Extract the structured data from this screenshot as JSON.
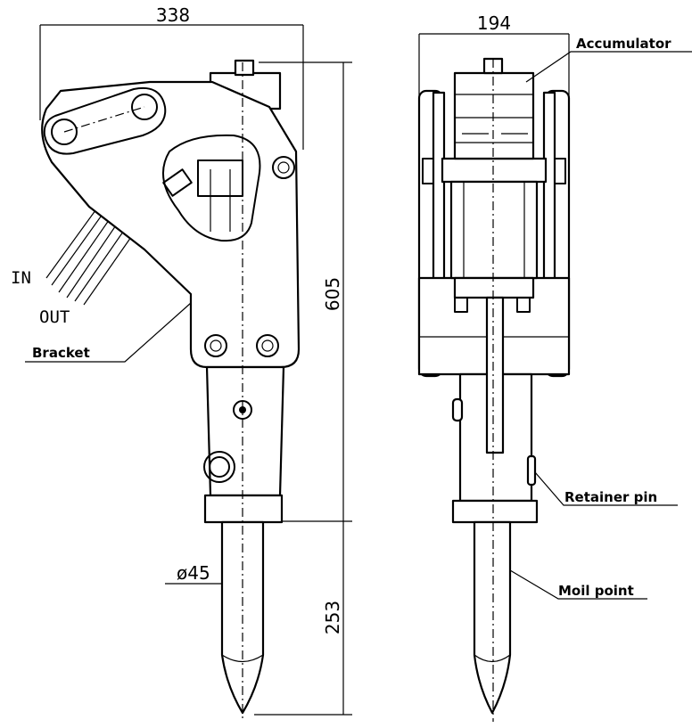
{
  "dimensions": {
    "width_side": "338",
    "width_front": "194",
    "height_body": "605",
    "tool_length": "253",
    "tool_diameter": "ø45"
  },
  "labels": {
    "accumulator": "Accumulator",
    "bracket": "Bracket",
    "retainer_pin": "Retainer pin",
    "moil_point": "Moil point",
    "hose_in": "IN",
    "hose_out": "OUT"
  }
}
